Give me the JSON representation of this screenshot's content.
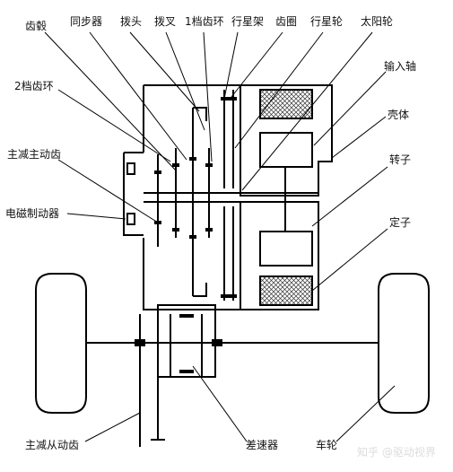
{
  "diagram": {
    "labels": {
      "hub": "齿毂",
      "synchronizer": "同步器",
      "shift_fork_head": "拨头",
      "shift_fork": "拨叉",
      "gear_ring_1": "1档齿环",
      "planet_carrier": "行星架",
      "ring_gear": "齿圈",
      "planet_gear": "行星轮",
      "sun_gear": "太阳轮",
      "input_shaft": "输入轴",
      "housing": "壳体",
      "rotor": "转子",
      "stator": "定子",
      "gear_ring_2": "2档齿环",
      "main_drive_gear": "主减主动齿",
      "em_brake": "电磁制动器",
      "driven_gear": "主减从动齿",
      "differential": "差速器",
      "wheel": "车轮"
    },
    "watermark": "知乎 @驱动视界"
  },
  "colors": {
    "line": "#000000",
    "hatch": "#333333",
    "label": "#111111"
  }
}
